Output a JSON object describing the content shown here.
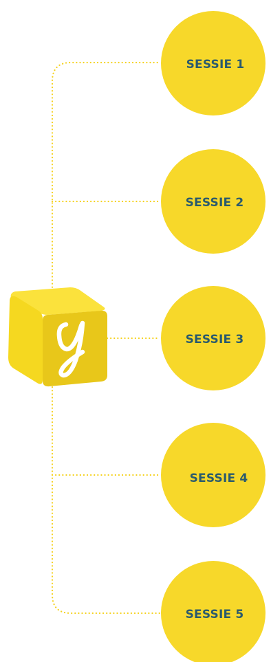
{
  "sessions": [
    {
      "label": "SESSIE 1"
    },
    {
      "label": "SESSIE 2"
    },
    {
      "label": "SESSIE 3"
    },
    {
      "label": "SESSIE 4"
    },
    {
      "label": "SESSIE 5"
    }
  ],
  "logo": {
    "icon": "y-cube-logo-icon",
    "glyph": "y"
  },
  "colors": {
    "circle": "#f7d82a",
    "connector": "#f5d21f",
    "label": "#2a5a6d",
    "cube_front": "#e8c71a",
    "cube_side": "#f5d820",
    "cube_top": "#fbe23c"
  }
}
